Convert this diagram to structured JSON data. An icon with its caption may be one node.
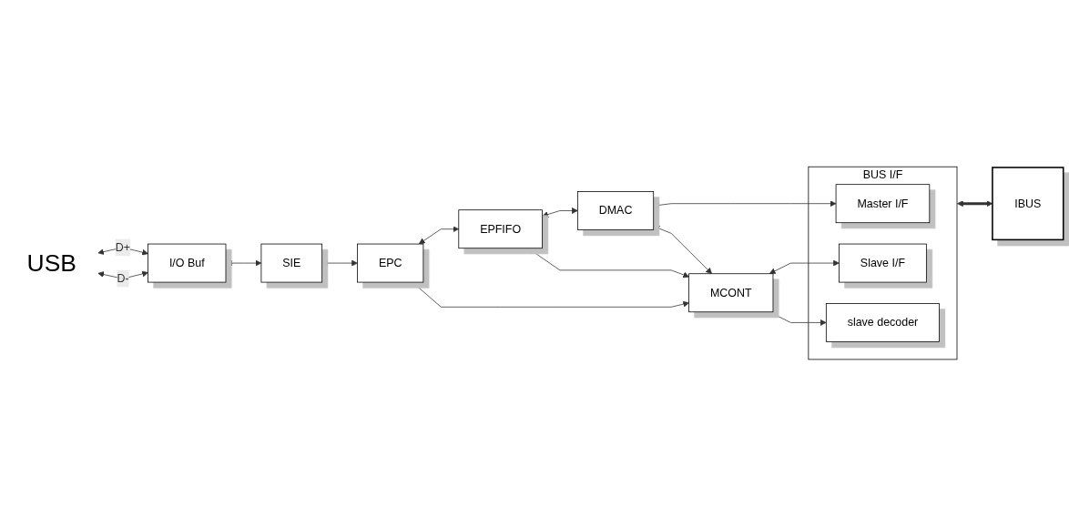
{
  "diagram": {
    "nodes": [
      {
        "text": [
          "USB"
        ]
      },
      {
        "text": [
          "I/O Buf"
        ]
      },
      {
        "text": [
          "SIE"
        ]
      },
      {
        "text": [
          "EPC"
        ]
      },
      {
        "text": [
          "EPFIFO"
        ]
      },
      {
        "text": [
          "DMAC"
        ]
      },
      {
        "text": [
          "BUS I/F"
        ]
      },
      {
        "text": [
          "Master I/F"
        ],
        "in": 6
      },
      {
        "text": [
          "Slave I/F"
        ],
        "in": 6
      },
      {
        "text": [
          "slave decoder"
        ],
        "in": 6
      },
      {
        "text": [
          "MCONT"
        ]
      },
      {
        "text": [
          "IBUS"
        ]
      }
    ],
    "edges": [
      {
        "from": 0,
        "to": 1,
        "arrow": "both",
        "label": "D+"
      },
      {
        "from": 0,
        "to": 1,
        "arrow": "both",
        "label": "D-"
      },
      {
        "from": 1,
        "to": 2,
        "arrow": "both"
      },
      {
        "from": 2,
        "to": 3,
        "arrow": "both"
      },
      {
        "from": 3,
        "to": 4,
        "arrow": "both"
      },
      {
        "from": 4,
        "to": 5,
        "arrow": "both"
      },
      {
        "from": 5,
        "to": 7,
        "arrow": "both"
      },
      {
        "from": 5,
        "to": 10,
        "arrow": "both"
      },
      {
        "from": 4,
        "to": 10,
        "arrow": "both"
      },
      {
        "from": 3,
        "to": 10,
        "arrow": "both"
      },
      {
        "from": 10,
        "to": 8,
        "arrow": "both"
      },
      {
        "from": 10,
        "to": 9,
        "arrow": "both"
      },
      {
        "from": 6,
        "to": 11,
        "arrow": "both",
        "style": "thick"
      }
    ]
  }
}
